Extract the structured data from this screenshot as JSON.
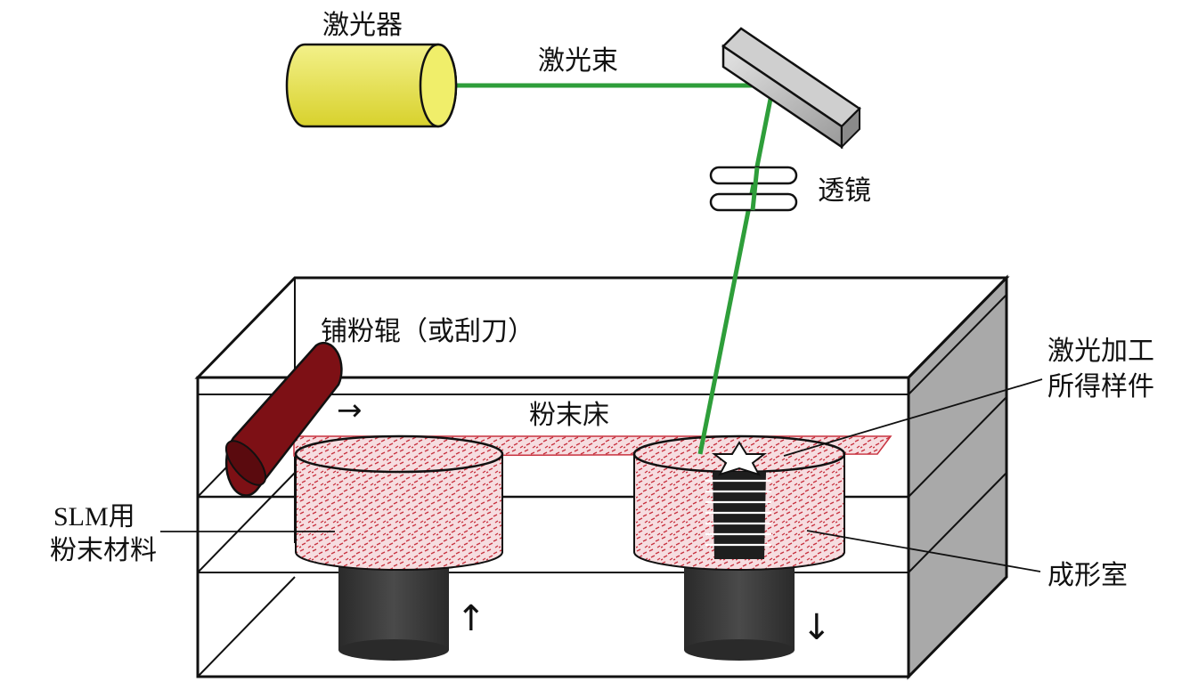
{
  "colors": {
    "laser_beam": "#2e9e3a",
    "laser_body": "#ecea4a",
    "roller": "#7d1015",
    "powder": "#e8a6ac",
    "piston": "#3a3a3a",
    "right_panel": "#a9a9a9"
  },
  "labels": {
    "laser": "激光器",
    "beam": "激光束",
    "lens": "透镜",
    "roller": "铺粉辊（或刮刀）",
    "powder_bed": "粉末床",
    "part_line1": "激光加工",
    "part_line2": "所得样件",
    "material_line1": "SLM用",
    "material_line2": "粉末材料",
    "chamber": "成形室"
  },
  "icons": {
    "arrow_right": "→",
    "arrow_up": "↑",
    "arrow_down": "↓"
  }
}
